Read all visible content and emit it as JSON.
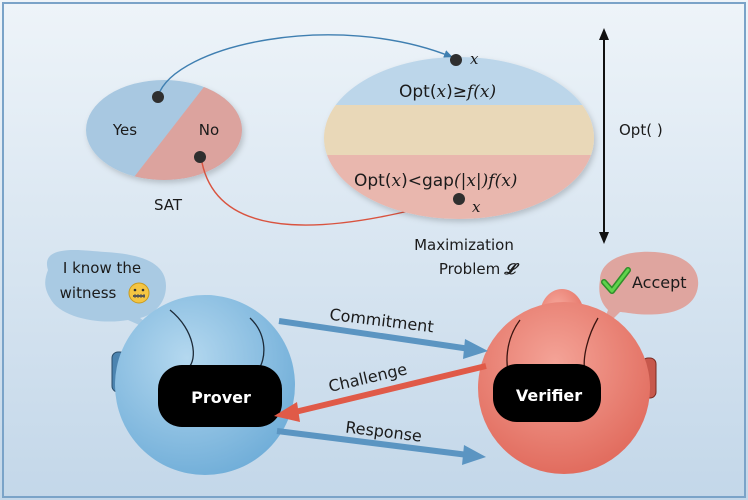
{
  "colors": {
    "background_top": "#eaf1f8",
    "background_bottom": "#c6d9ea",
    "yes_region": "#a9c9e2",
    "no_region": "#dca49f",
    "band_top": "#bdd6ea",
    "band_middle": "#ead9b9",
    "band_bottom": "#eab8af",
    "arrow_blue": "#4f88b4",
    "arrow_red": "#e0574a",
    "prover": "#8ec2e3",
    "verifier": "#ec8275",
    "visor": "#000000"
  },
  "sat": {
    "yes_label": "Yes",
    "no_label": "No",
    "title": "SAT"
  },
  "max_problem": {
    "x_top": "x",
    "x_bottom": "x",
    "upper_prefix": "Opt(",
    "upper_x": "x",
    "upper_mid": ")≥",
    "upper_f": "f",
    "upper_fx": "(x)",
    "lower_prefix": "Opt(",
    "lower_x": "x",
    "lower_mid": ")<",
    "lower_gap": "gap",
    "lower_abs": "(|x|)",
    "lower_f": "f",
    "lower_fx": "(x)",
    "caption_line1": "Maximization",
    "caption_line2": "Problem",
    "caption_symbol": "𝓛",
    "opt_axis_label": "Opt( )"
  },
  "protocol": {
    "prover_bubble_line1": "I know the",
    "prover_bubble_line2": "witness",
    "verifier_bubble": "Accept",
    "prover_label": "Prover",
    "verifier_label": "Verifier",
    "commitment": "Commitment",
    "challenge": "Challenge",
    "response": "Response"
  },
  "icons": {
    "prover_emoji": "zipper-mouth-face-icon",
    "accept_icon": "green-checkmark-icon"
  }
}
